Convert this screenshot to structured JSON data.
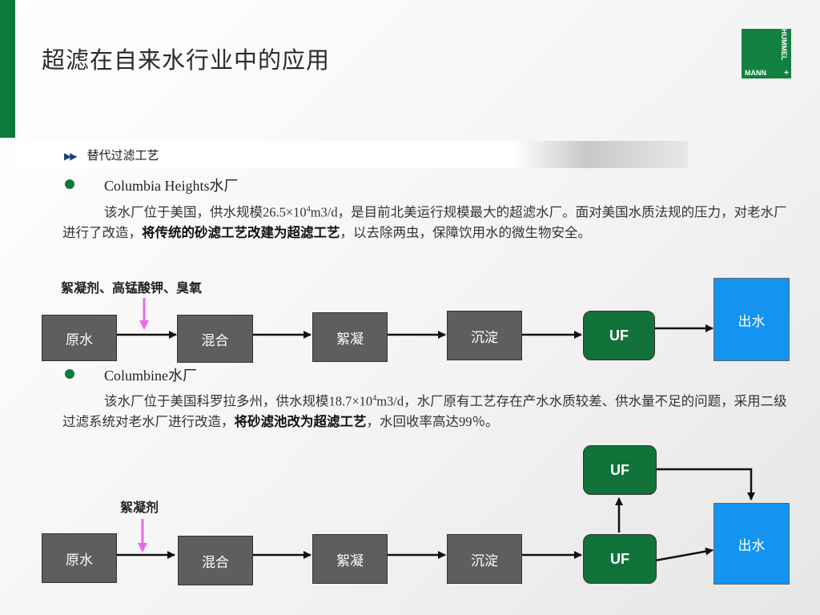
{
  "slide": {
    "title": "超滤在自来水行业中的应用",
    "logo": {
      "top_text": "MANN",
      "side_text": "HUMMEL",
      "plus": "+"
    },
    "subheader": {
      "arrows": "▶▶",
      "text": "替代过滤工艺"
    }
  },
  "case1": {
    "title": "Columbia Heights水厂",
    "para_a": "该水厂位于美国，供水规模26.5×10",
    "para_sup": "4",
    "para_b": "m3/d，是目前北美运行规模最大的超滤水厂。面对美国水质法规的压力，对老水厂进行了改造，",
    "para_bold": "将传统的砂滤工艺改建为超滤工艺",
    "para_c": "，以去除两虫，保障饮用水的微生物安全。",
    "chemical_label": "絮凝剂、高锰酸钾、臭氧",
    "steps": [
      "原水",
      "混合",
      "絮凝",
      "沉淀",
      "UF"
    ],
    "output": "出水"
  },
  "case2": {
    "title": "Columbine水厂",
    "para_a": "该水厂位于美国科罗拉多州，供水规模18.7×10",
    "para_sup": "4",
    "para_b": "m3/d，水厂原有工艺存在产水水质较差、供水量不足的问题，采用二级过滤系统对老水厂进行改造，",
    "para_bold": "将砂滤池改为超滤工艺",
    "para_c": "，水回收率高达99％。",
    "chemical_label": "絮凝剂",
    "steps": [
      "原水",
      "混合",
      "絮凝",
      "沉淀",
      "UF"
    ],
    "uf_top": "UF",
    "output": "出水"
  },
  "colors": {
    "green": "#0e7a3a",
    "uf_green": "#12733a",
    "gray_box": "#5e5e5e",
    "blue_output": "#1294f0",
    "pink_arrow": "#ee66ee"
  }
}
